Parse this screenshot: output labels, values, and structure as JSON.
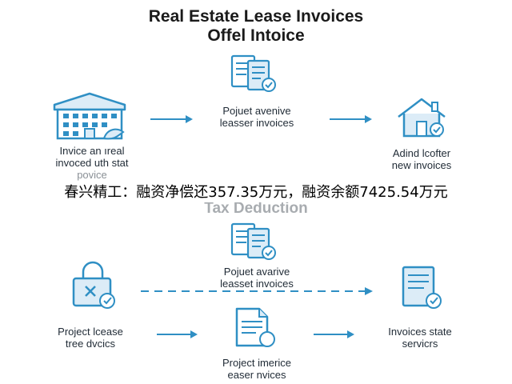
{
  "header": {
    "title_line1": "Real Estate Lease Invoices",
    "title_line2": "Offel Intoice"
  },
  "top_row": {
    "left_label": [
      "Invice an ıreal",
      "invoced uth stat",
      "povice"
    ],
    "middle_label": [
      "Pojuet avenive",
      "leasser invoices"
    ],
    "right_label": [
      "Adind lcofter",
      "new invoices"
    ]
  },
  "caption": "春兴精工：融资净偿还357.35万元，融资余额7425.54万元",
  "section_title": "Tax Deduction",
  "bottom_top": {
    "label": [
      "Pojuet avarive",
      "leasset invoices"
    ]
  },
  "bottom_row": {
    "left_label": [
      "Project lcease",
      "tree dvcics"
    ],
    "middle_label": [
      "Project imerice",
      "easer nvices"
    ],
    "right_label": [
      "Invoices state",
      "servicrs"
    ]
  },
  "colors": {
    "accent": "#2f8fc4",
    "icon_fill": "#dcecf7",
    "check": "#2f8fc4"
  }
}
